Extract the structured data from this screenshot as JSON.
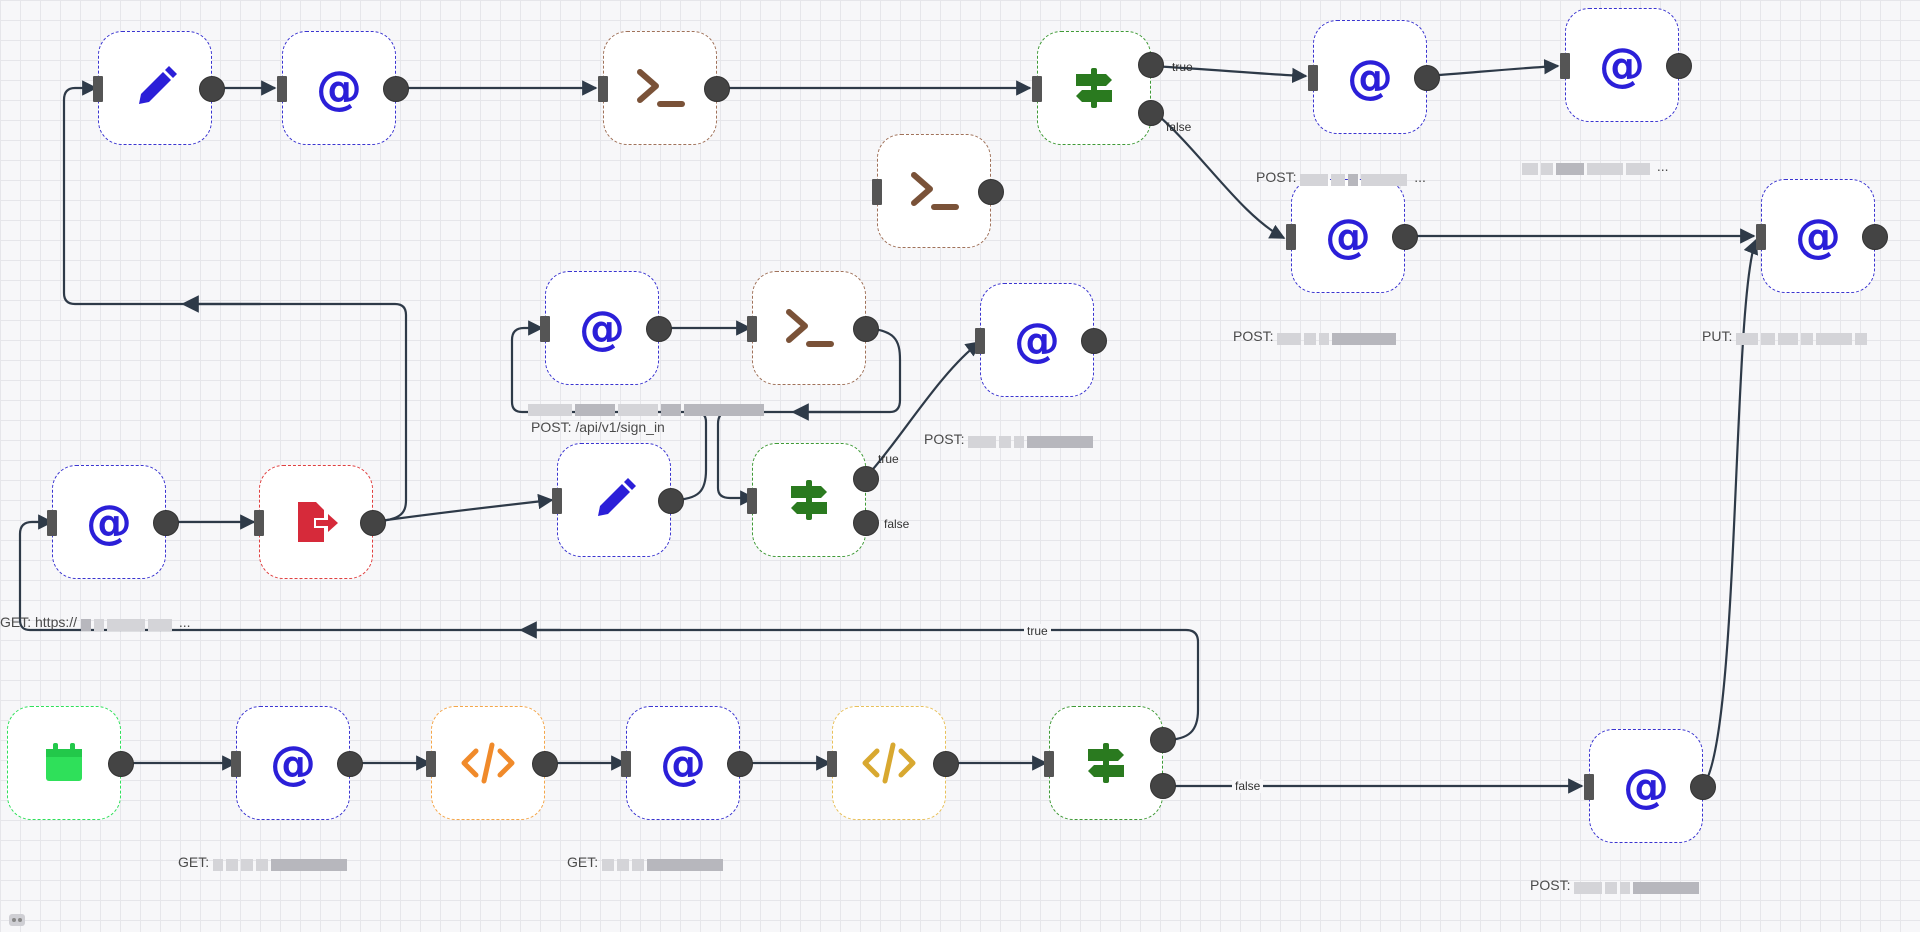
{
  "canvas": {
    "background": "#f7f7f9",
    "grid": "#e6e6ea",
    "wire_color": "#2e3a48"
  },
  "nodes": [
    {
      "id": "n1",
      "type": "edit",
      "icon": "pencil-icon",
      "color": "#3a34d0"
    },
    {
      "id": "n2",
      "type": "http",
      "icon": "at-sign-icon",
      "color": "#3a34d0"
    },
    {
      "id": "n3",
      "type": "terminal",
      "icon": "terminal-icon",
      "color": "#a0725a"
    },
    {
      "id": "n4",
      "type": "if",
      "icon": "signpost-icon",
      "color": "#3f9a36"
    },
    {
      "id": "n5",
      "type": "http",
      "icon": "at-sign-icon",
      "color": "#3a34d0"
    },
    {
      "id": "n6",
      "type": "http",
      "icon": "at-sign-icon",
      "color": "#3a34d0"
    },
    {
      "id": "n7",
      "type": "terminal",
      "icon": "terminal-icon",
      "color": "#a0725a"
    },
    {
      "id": "n8",
      "type": "http",
      "icon": "at-sign-icon",
      "color": "#3a34d0"
    },
    {
      "id": "n9",
      "type": "http",
      "icon": "at-sign-icon",
      "color": "#3a34d0"
    },
    {
      "id": "n10",
      "type": "http",
      "icon": "at-sign-icon",
      "color": "#3a34d0"
    },
    {
      "id": "n11",
      "type": "terminal",
      "icon": "terminal-icon",
      "color": "#a0725a"
    },
    {
      "id": "n12",
      "type": "http",
      "icon": "at-sign-icon",
      "color": "#3a34d0"
    },
    {
      "id": "n13",
      "type": "http",
      "icon": "at-sign-icon",
      "color": "#3a34d0"
    },
    {
      "id": "n14",
      "type": "exit",
      "icon": "file-export-icon",
      "color": "#e04040"
    },
    {
      "id": "n15",
      "type": "edit",
      "icon": "pencil-icon",
      "color": "#3a34d0"
    },
    {
      "id": "n16",
      "type": "if",
      "icon": "signpost-icon",
      "color": "#3f9a36"
    },
    {
      "id": "n17",
      "type": "schedule",
      "icon": "calendar-icon",
      "color": "#2fe05a"
    },
    {
      "id": "n18",
      "type": "http",
      "icon": "at-sign-icon",
      "color": "#3a34d0"
    },
    {
      "id": "n19",
      "type": "code",
      "icon": "code-icon",
      "color": "#f4a64a"
    },
    {
      "id": "n20",
      "type": "http",
      "icon": "at-sign-icon",
      "color": "#3a34d0"
    },
    {
      "id": "n21",
      "type": "code",
      "icon": "code-icon",
      "color": "#e8c05a"
    },
    {
      "id": "n22",
      "type": "if",
      "icon": "signpost-icon",
      "color": "#3f9a36"
    },
    {
      "id": "n23",
      "type": "http",
      "icon": "at-sign-icon",
      "color": "#3a34d0"
    }
  ],
  "node_labels": {
    "n5": "POST:",
    "n8": "POST:",
    "n9": "PUT:",
    "n10": "POST: /api/v1/sign_in",
    "n12": "POST:",
    "n13": "GET: https://",
    "n18": "GET:",
    "n20": "GET:",
    "n23": "POST:"
  },
  "edge_labels": {
    "true": "true",
    "false": "false"
  },
  "ellipsis": "..."
}
